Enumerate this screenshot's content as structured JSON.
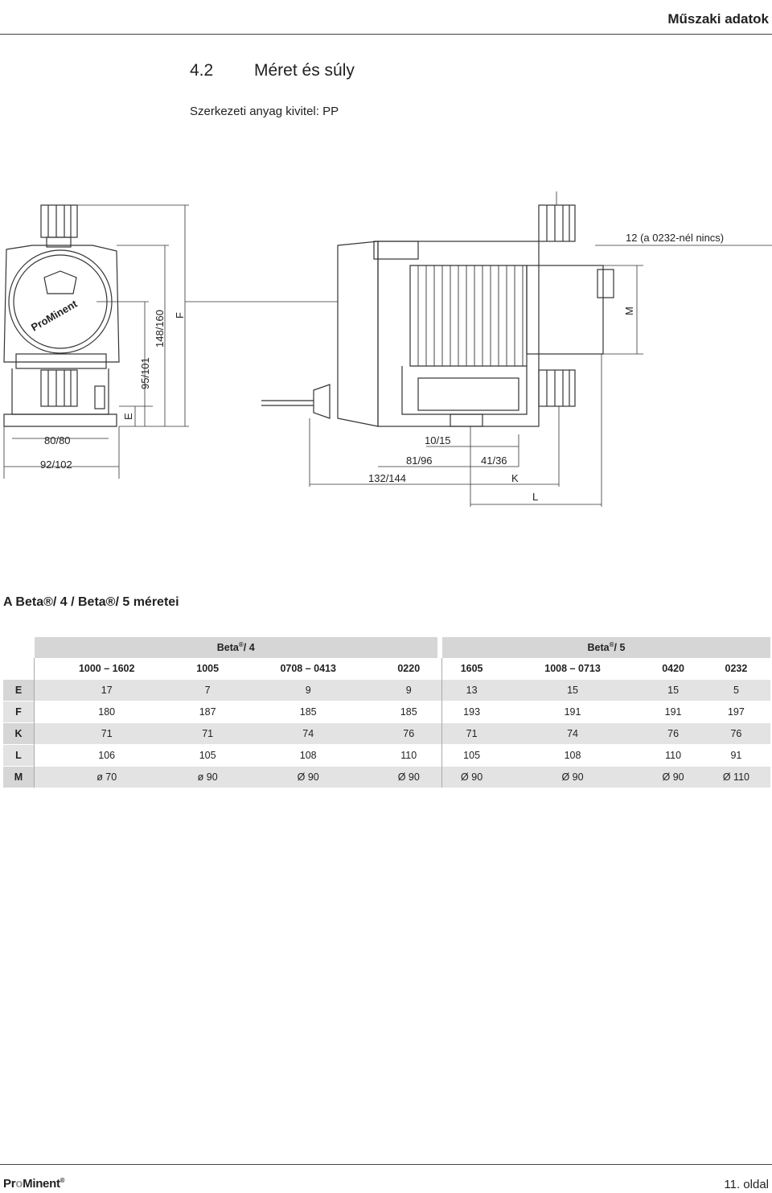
{
  "header": {
    "title": "Műszaki adatok"
  },
  "section": {
    "number": "4.2",
    "title": "Méret és súly"
  },
  "subtitle": "Szerkezeti anyag kivitel: PP",
  "drawing": {
    "logo_text": "ProMinent",
    "dims": {
      "d_80_80": "80/80",
      "d_92_102": "92/102",
      "d_95_101": "95/101",
      "d_148_160": "148/160",
      "d_E": "E",
      "d_F": "F",
      "d_10_15": "10/15",
      "d_81_96": "81/96",
      "d_41_36": "41/36",
      "d_132_144": "132/144",
      "d_K": "K",
      "d_L": "L",
      "d_M": "M",
      "d_12": "12  (a 0232-nél nincs)"
    }
  },
  "table": {
    "caption": "A Beta®/ 4 / Beta®/ 5 méretei",
    "group1": "Beta",
    "group1_suffix": "/ 4",
    "group2": "Beta",
    "group2_suffix": "/ 5",
    "variants": [
      "1000 – 1602",
      "1005",
      "0708 – 0413",
      "0220",
      "1605",
      "1008 – 0713",
      "0420",
      "0232"
    ],
    "rows": [
      {
        "label": "E",
        "values": [
          "17",
          "7",
          "9",
          "9",
          "13",
          "15",
          "15",
          "5"
        ]
      },
      {
        "label": "F",
        "values": [
          "180",
          "187",
          "185",
          "185",
          "193",
          "191",
          "191",
          "197"
        ]
      },
      {
        "label": "K",
        "values": [
          "71",
          "71",
          "74",
          "76",
          "71",
          "74",
          "76",
          "76"
        ]
      },
      {
        "label": "L",
        "values": [
          "106",
          "105",
          "108",
          "110",
          "105",
          "108",
          "110",
          "91"
        ]
      },
      {
        "label": "M",
        "values": [
          "ø 70",
          "ø 90",
          "Ø 90",
          "Ø 90",
          "Ø 90",
          "Ø 90",
          "Ø 90",
          "Ø 110"
        ]
      }
    ]
  },
  "footer": {
    "logo_a": "Pr",
    "logo_o": "o",
    "logo_b": "Minent",
    "reg": "®",
    "page": "11. oldal"
  }
}
